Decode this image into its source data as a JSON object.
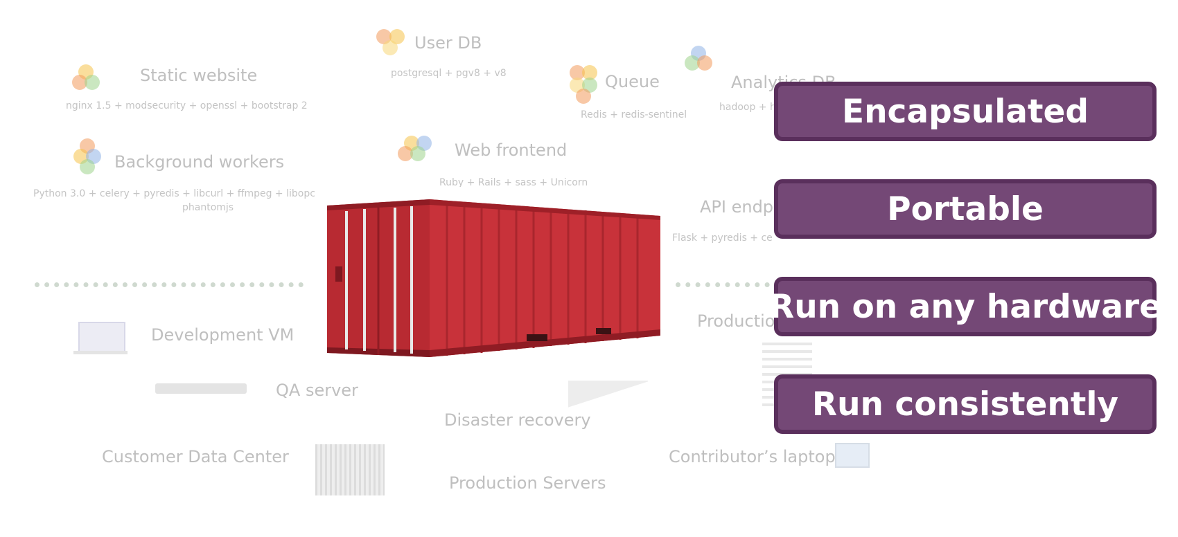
{
  "background_nodes": {
    "user_db": {
      "title": "User DB",
      "sub": "postgresql + pgv8 + v8"
    },
    "static_website": {
      "title": "Static website",
      "sub": "nginx 1.5 + modsecurity + openssl + bootstrap 2"
    },
    "queue": {
      "title": "Queue",
      "sub": "Redis + redis-sentinel"
    },
    "analytics_db": {
      "title": "Analytics DB",
      "sub": "hadoop + h"
    },
    "background_workers": {
      "title": "Background workers",
      "sub": "Python 3.0 + celery + pyredis + libcurl + ffmpeg + libopc",
      "sub2": "phantomjs"
    },
    "web_frontend": {
      "title": "Web frontend",
      "sub": "Ruby + Rails + sass + Unicorn"
    },
    "api_endpoint": {
      "title": "API endp",
      "sub": "Flask + pyredis + ce"
    }
  },
  "environments": {
    "dev_vm": "Development VM",
    "qa_server": "QA server",
    "production": "Production",
    "disaster_recovery": "Disaster recovery",
    "customer_dc": "Customer Data Center",
    "contributor_laptop": "Contributor’s laptop",
    "production_servers": "Production Servers"
  },
  "benefits": [
    "Encapsulated",
    "Portable",
    "Run on any hardware",
    "Run consistently"
  ],
  "colors": {
    "pill_fill": "#744876",
    "pill_border": "#5a2f5c",
    "container_red": "#c8323a",
    "faded_text": "#bfbfbf"
  }
}
